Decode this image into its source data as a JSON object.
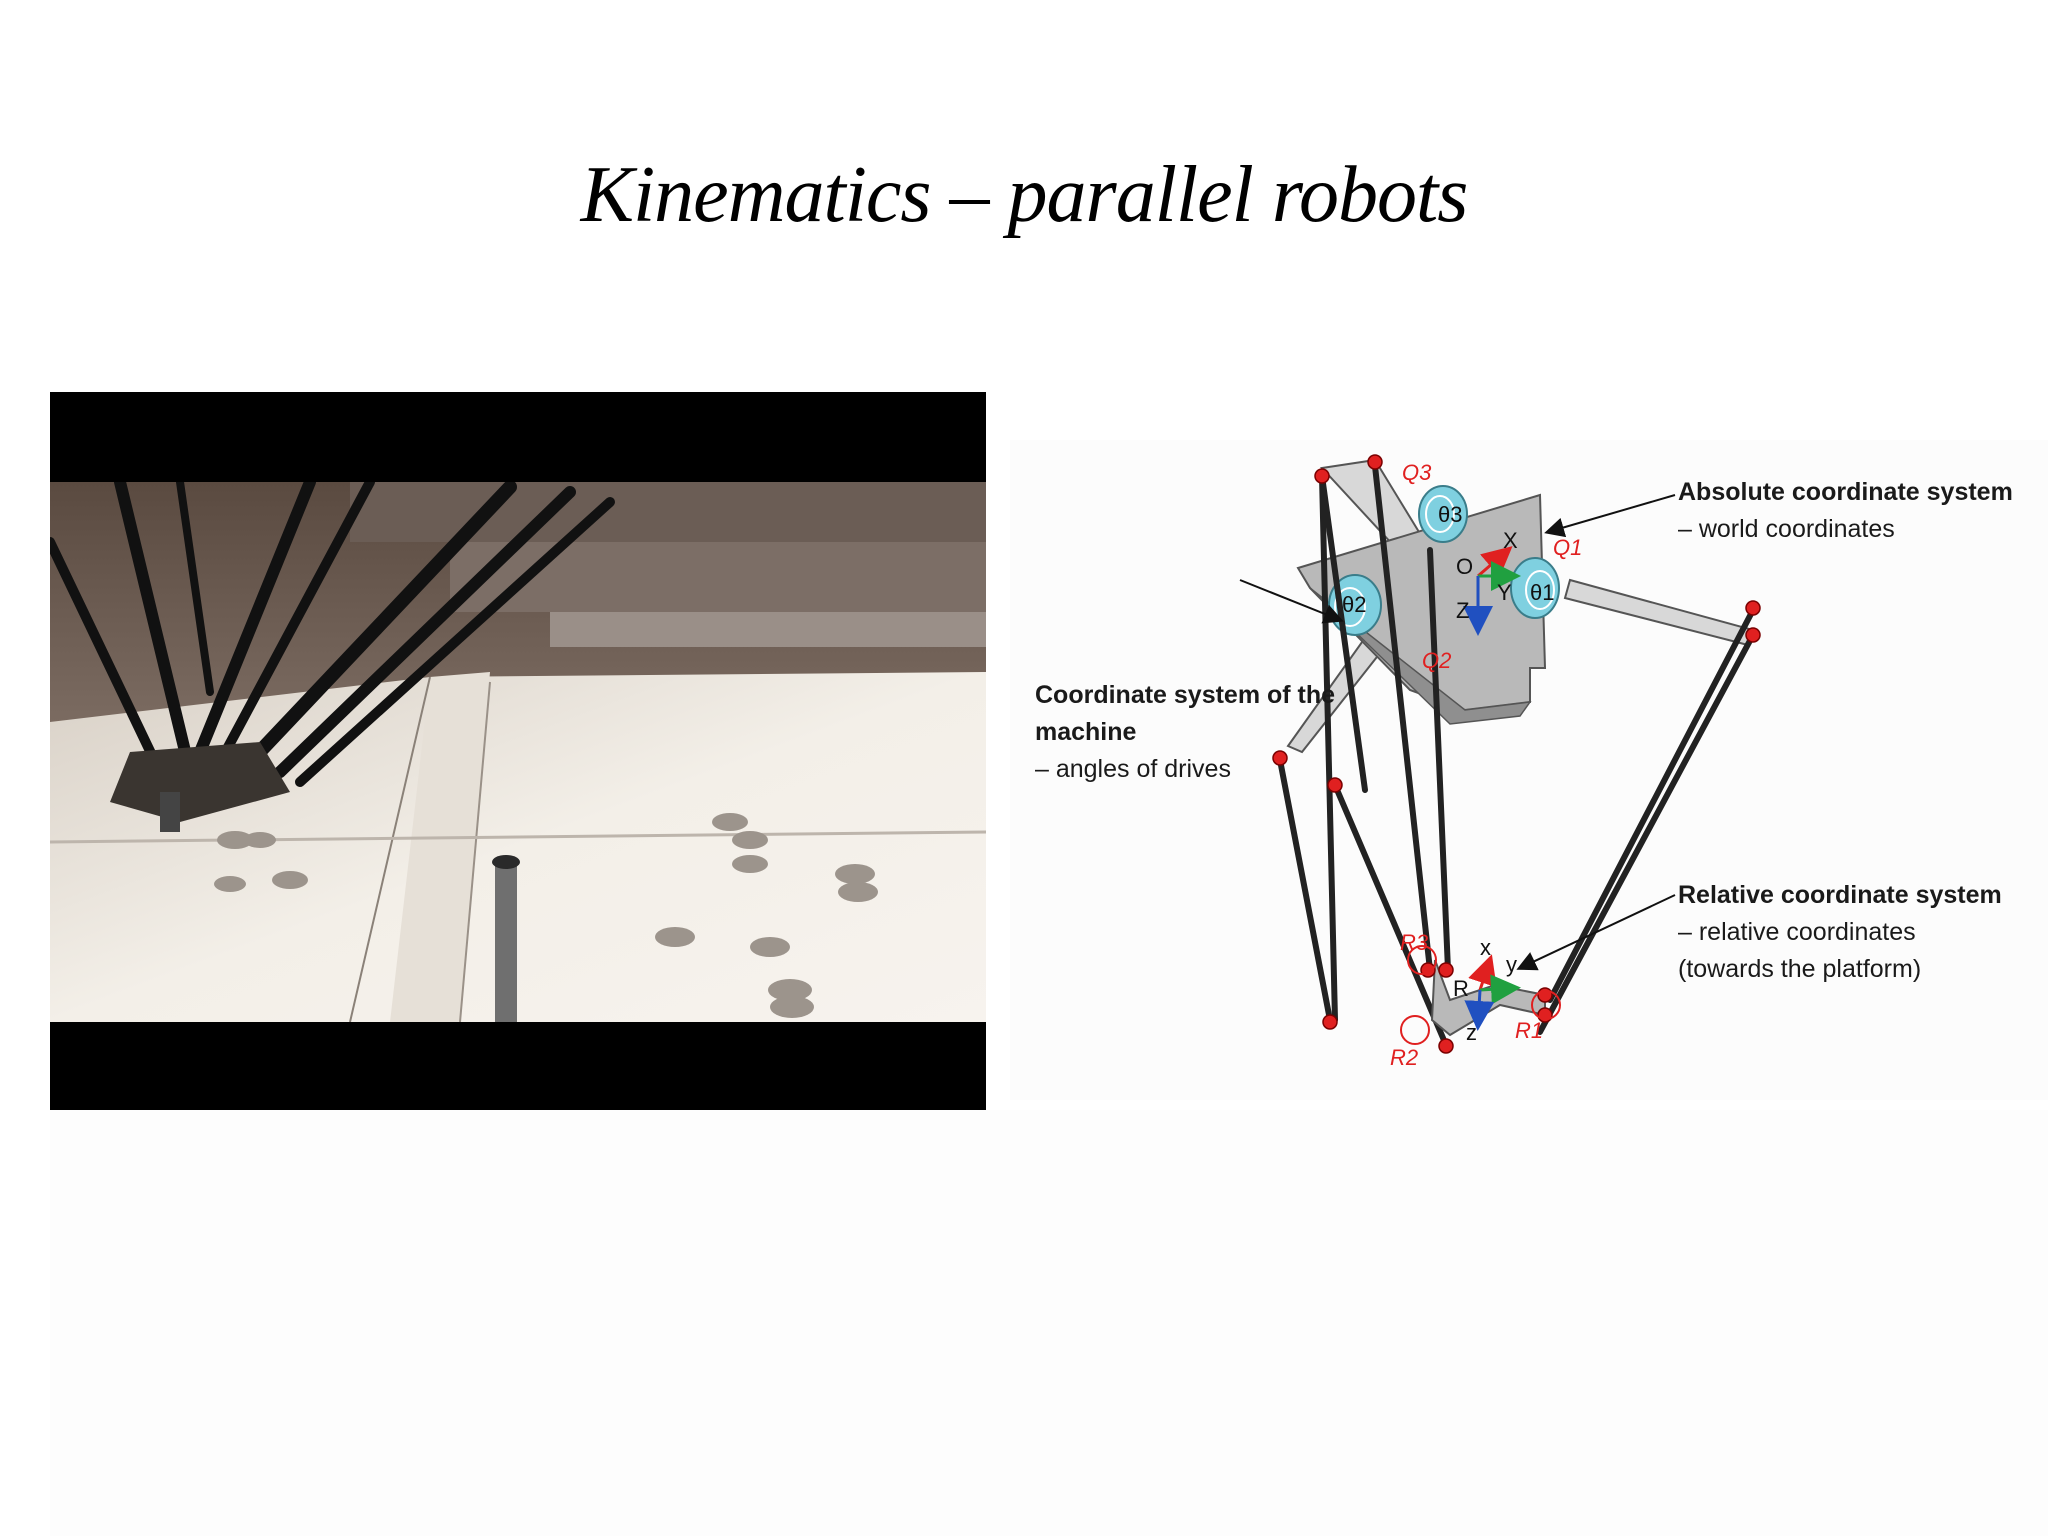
{
  "slide": {
    "title": "Kinematics – parallel robots"
  },
  "photo": {
    "description_icon": "delta-robot-photo"
  },
  "diagram": {
    "callouts": {
      "absolute_title": "Absolute coordinate system",
      "absolute_sub": "– world coordinates",
      "machine_title_1": "Coordinate system of the",
      "machine_title_2": "machine",
      "machine_sub": "– angles of drives",
      "relative_title": "Relative coordinate system",
      "relative_sub_1": "– relative coordinates",
      "relative_sub_2": "(towards the platform)"
    },
    "joints": {
      "q1": "Q1",
      "q2": "Q2",
      "q3": "Q3",
      "r1": "R1",
      "r2": "R2",
      "r3": "R3",
      "theta1": "θ1",
      "theta2": "θ2",
      "theta3": "θ3"
    },
    "axes": {
      "origin": "O",
      "X": "X",
      "Y": "Y",
      "Z": "Z",
      "platform": "R",
      "x": "x",
      "y": "y",
      "z": "z"
    },
    "colors": {
      "joint_red": "#e02020",
      "drive_blue": "#7fd0e0",
      "plate_gray": "#b9b9b9"
    }
  }
}
